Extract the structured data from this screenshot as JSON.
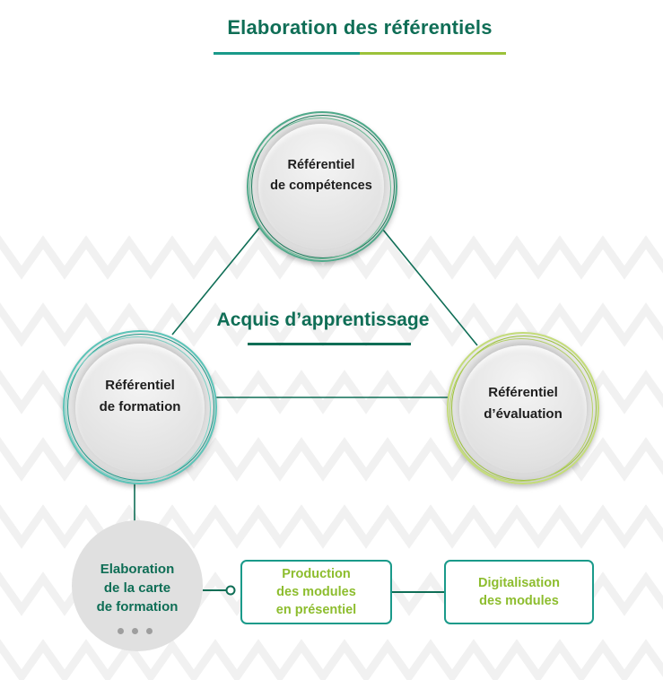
{
  "title": "Elaboration des référentiels",
  "center_label": "Acquis d’apprentissage",
  "nodes": {
    "competences": "Référentiel\nde compétences",
    "formation": "Référentiel\nde formation",
    "evaluation": "Référentiel\nd’évaluation"
  },
  "carte": {
    "label": "Elaboration\nde la carte\nde formation",
    "more": "• • •"
  },
  "boxes": {
    "production": "Production\ndes modules\nen présentiel",
    "digitalisation": "Digitalisation\ndes modules"
  },
  "colors": {
    "title_green": "#0f6e56",
    "teal": "#1a9a8a",
    "lime": "#9cc23a",
    "lime_text": "#8dbd2e"
  }
}
